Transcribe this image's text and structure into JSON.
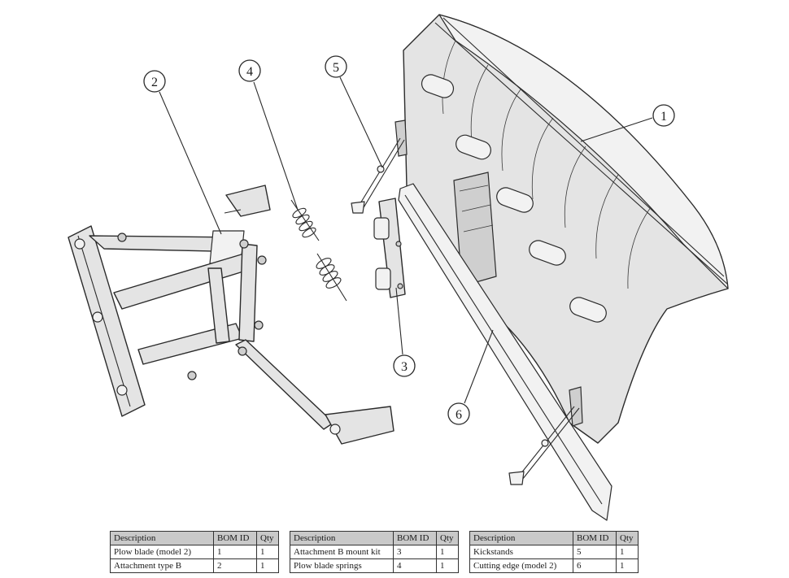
{
  "callouts": [
    {
      "num": "1"
    },
    {
      "num": "2"
    },
    {
      "num": "3"
    },
    {
      "num": "4"
    },
    {
      "num": "5"
    },
    {
      "num": "6"
    }
  ],
  "bom_tables": [
    {
      "headers": [
        "Description",
        "BOM ID",
        "Qty"
      ],
      "rows": [
        [
          "Plow blade (model 2)",
          "1",
          "1"
        ],
        [
          "Attachment type B",
          "2",
          "1"
        ]
      ]
    },
    {
      "headers": [
        "Description",
        "BOM ID",
        "Qty"
      ],
      "rows": [
        [
          "Attachment B mount kit",
          "3",
          "1"
        ],
        [
          "Plow blade springs",
          "4",
          "1"
        ]
      ]
    },
    {
      "headers": [
        "Description",
        "BOM ID",
        "Qty"
      ],
      "rows": [
        [
          "Kickstands",
          "5",
          "1"
        ],
        [
          "Cutting edge (model 2)",
          "6",
          "1"
        ]
      ]
    }
  ]
}
